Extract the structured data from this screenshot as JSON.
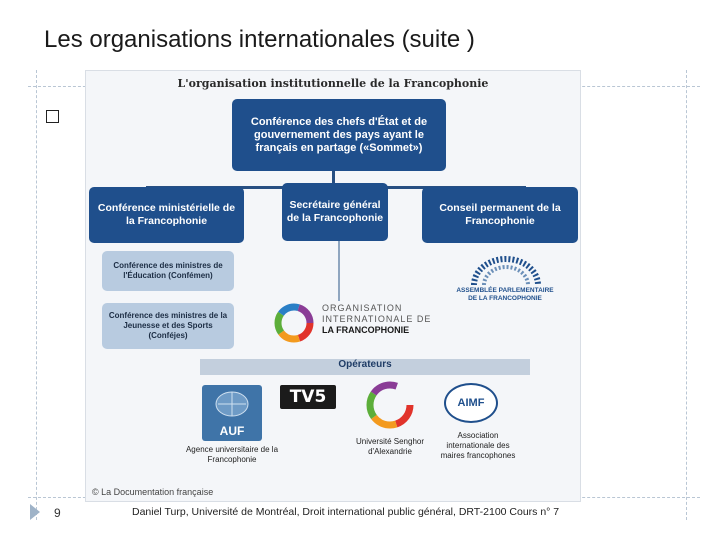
{
  "slide": {
    "title": "Les organisations internationales (suite )",
    "page_number": "9",
    "footer": "Daniel Turp, Université de Montréal, Droit international public général, DRT-2100 Cours n° 7"
  },
  "figure": {
    "title": "L'organisation institutionnelle de la Francophonie",
    "summit": "Conférence des chefs d'État et de gouvernement des pays ayant le français en partage («Sommet»)",
    "ministerial": "Conférence ministérielle de la Francophonie",
    "secretary": "Secrétaire général de la Francophonie",
    "council": "Conseil permanent de la Francophonie",
    "confemen": "Conférence des ministres de l'Éducation (Confémen)",
    "conferes": "Conférence des ministres de la Jeunesse et des Sports (Conféjes)",
    "oif_line1": "ORGANISATION",
    "oif_line2": "INTERNATIONALE DE",
    "oif_line3": "LA FRANCOPHONIE",
    "apf_line1": "ASSEMBLÉE PARLEMENTAIRE",
    "apf_line2": "DE LA FRANCOPHONIE",
    "operators_label": "Opérateurs",
    "auf_logo": "AUF",
    "auf_caption": "Agence universitaire de la Francophonie",
    "tv5_logo": "TV5",
    "senghor_caption": "Université Senghor d'Alexandrie",
    "aimf_logo": "AIMF",
    "aimf_caption": "Association internationale des maires francophones",
    "credit": "© La Documentation française"
  },
  "colors": {
    "box_dark": "#1f4f8c",
    "box_light": "#b8cbe0",
    "band": "#c3cfdd",
    "guide_lines": "#b9c6d4"
  }
}
